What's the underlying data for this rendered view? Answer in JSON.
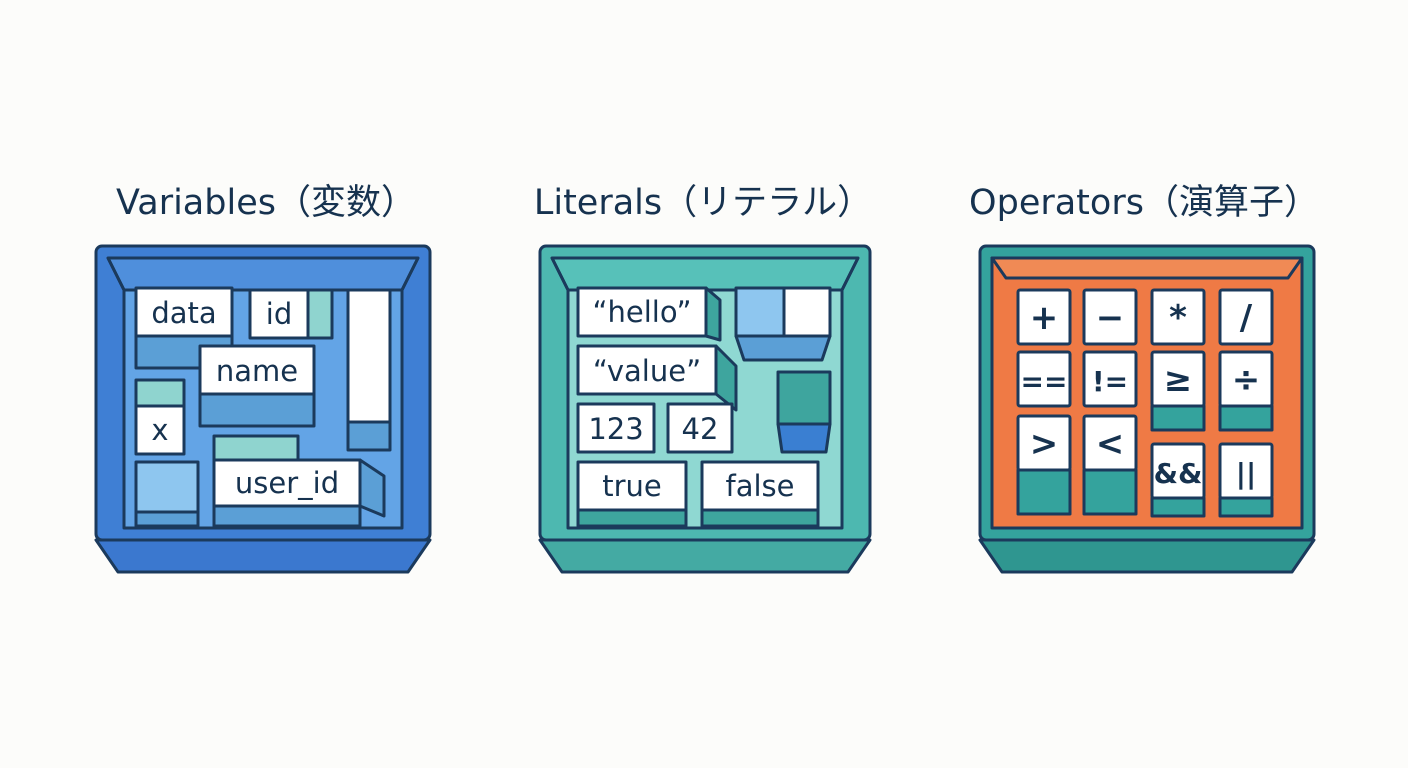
{
  "colors": {
    "ink": "#16324f",
    "variables_box": "#3f7fd4",
    "literals_box": "#4db8b0",
    "operators_box": "#ef7a45",
    "operators_rim": "#34a39d"
  },
  "variables": {
    "title": "Variables（変数）",
    "items": [
      "data",
      "id",
      "name",
      "x",
      "user_id"
    ]
  },
  "literals": {
    "title": "Literals（リテラル）",
    "items": [
      "“hello”",
      "“value”",
      "123",
      "42",
      "true",
      "false"
    ]
  },
  "operators": {
    "title": "Operators（演算子）",
    "items": [
      "+",
      "−",
      "*",
      "/",
      "==",
      "!=",
      "≥",
      "÷",
      ">",
      "<",
      "&&",
      "||"
    ]
  }
}
